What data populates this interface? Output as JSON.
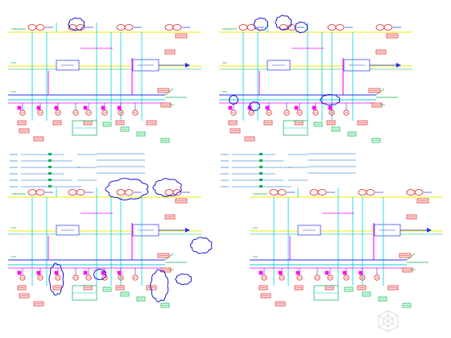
{
  "drawing": {
    "type": "piping-schematic-sheet",
    "colors": {
      "background": "#ffffff",
      "header_pipe": "#eded00",
      "supply_pipe": "#00d0e0",
      "return_pipe": "#ff00ff",
      "aux_line": "#00b050",
      "equipment_line": "#2233ee",
      "equipment_tag": "#dd2222",
      "revision_cloud": "#0000cc",
      "annotation": "#00a030",
      "legend_text": "#0066cc"
    },
    "panels": [
      {
        "id": "top-left",
        "has_legend": true,
        "revision_clouds": 1
      },
      {
        "id": "top-right",
        "has_legend": true,
        "revision_clouds": 6
      },
      {
        "id": "bottom-left",
        "has_legend": false,
        "revision_clouds": 7
      },
      {
        "id": "bottom-right",
        "has_legend": false,
        "revision_clouds": 0
      }
    ],
    "watermark": {
      "logo": "geometric-sphere-logo",
      "color": "#c9ccd2"
    }
  }
}
